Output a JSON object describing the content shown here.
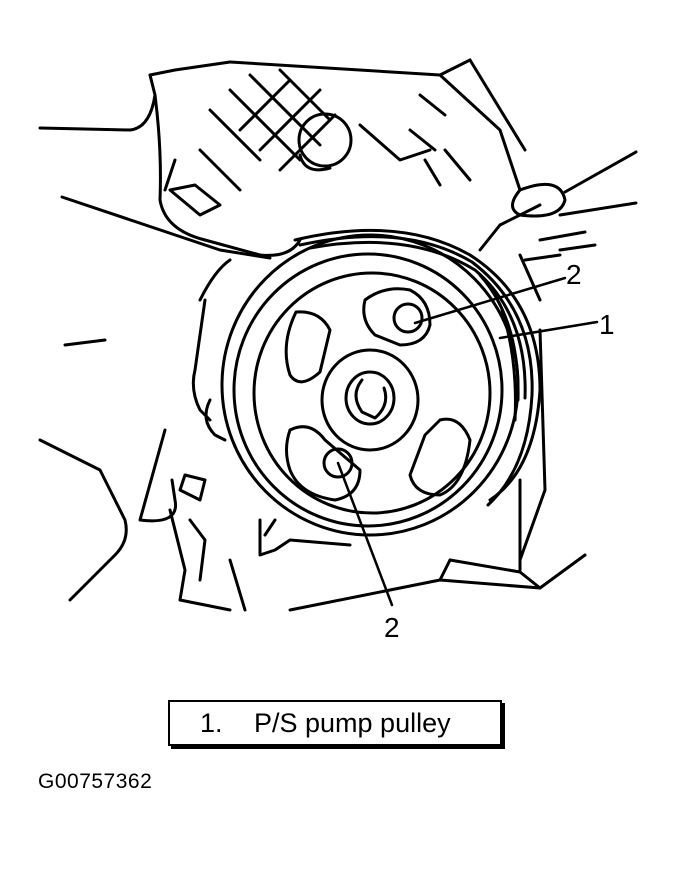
{
  "diagram": {
    "callouts": [
      {
        "id": "1",
        "text": "1"
      },
      {
        "id": "2a",
        "text": "2"
      },
      {
        "id": "2b",
        "text": "2"
      }
    ]
  },
  "legend": {
    "items": [
      {
        "number": "1.",
        "label": "P/S pump pulley"
      }
    ]
  },
  "figure_id": "G00757362",
  "colors": {
    "line": "#000000",
    "background": "#ffffff"
  }
}
